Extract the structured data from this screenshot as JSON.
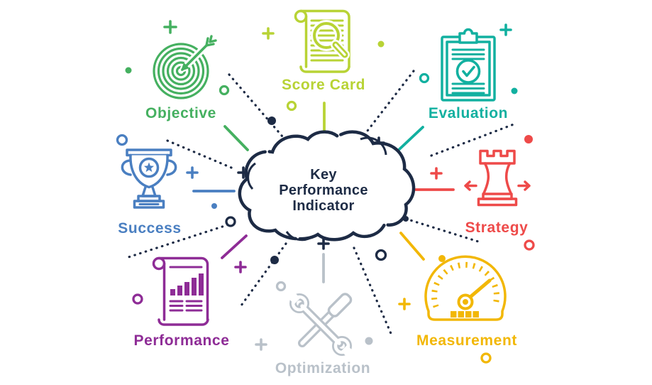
{
  "title": "Key Performance Indicator",
  "center": {
    "line1": "Key",
    "line2": "Performance",
    "line3": "Indicator",
    "color": "#1d2b45",
    "shape": "cloud-outline"
  },
  "palette": {
    "navy": "#1d2b45",
    "green": "#45b060",
    "lime": "#b8d335",
    "teal": "#12b0a0",
    "blue": "#4a7fc1",
    "red": "#ee4a49",
    "purple": "#8e2c96",
    "gray": "#b9c1c9",
    "yellow": "#f2b705"
  },
  "nodes": [
    {
      "id": "objective",
      "label": "Objective",
      "color": "#45b060",
      "icon": "target-arrow-icon",
      "position": "top-left"
    },
    {
      "id": "score-card",
      "label": "Score Card",
      "color": "#b8d335",
      "icon": "document-magnifier-icon",
      "position": "top-center"
    },
    {
      "id": "evaluation",
      "label": "Evaluation",
      "color": "#12b0a0",
      "icon": "clipboard-check-icon",
      "position": "top-right"
    },
    {
      "id": "success",
      "label": "Success",
      "color": "#4a7fc1",
      "icon": "trophy-icon",
      "position": "middle-left"
    },
    {
      "id": "strategy",
      "label": "Strategy",
      "color": "#ee4a49",
      "icon": "chess-rook-icon",
      "position": "middle-right"
    },
    {
      "id": "performance",
      "label": "Performance",
      "color": "#8e2c96",
      "icon": "bar-chart-scroll-icon",
      "position": "bottom-left"
    },
    {
      "id": "optimization",
      "label": "Optimization",
      "color": "#b9c1c9",
      "icon": "wrench-hammer-icon",
      "position": "bottom-center"
    },
    {
      "id": "measurement",
      "label": "Measurement",
      "color": "#f2b705",
      "icon": "gauge-icon",
      "position": "bottom-right"
    }
  ]
}
